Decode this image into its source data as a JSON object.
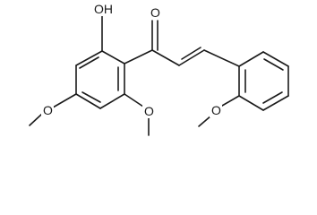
{
  "molecule": {
    "labels": {
      "hydroxyl": "OH",
      "carbonyl_oxygen": "O",
      "methoxy_left": "O",
      "methoxy_bottom": "O",
      "methoxy_right": "O"
    },
    "colors": {
      "bond": "#1a1a1a",
      "label": "#1a1a1a",
      "background": "#ffffff"
    }
  }
}
